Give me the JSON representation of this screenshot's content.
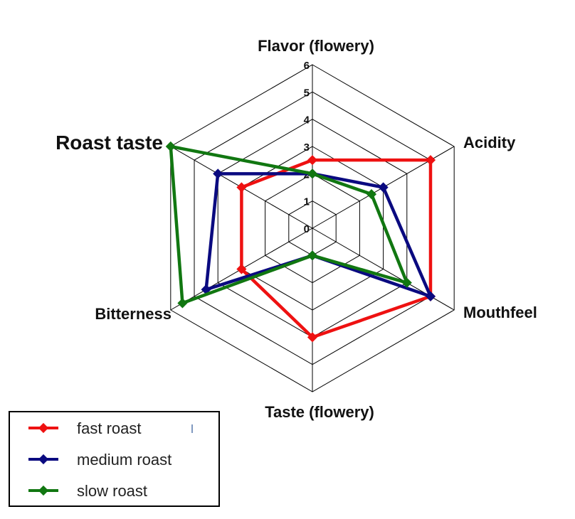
{
  "chart_data": {
    "type": "radar",
    "axes": [
      "Flavor (flowery)",
      "Acidity",
      "Mouthfeel",
      "Taste (flowery)",
      "Bitterness",
      "Roast taste"
    ],
    "rlim": [
      0,
      6
    ],
    "ticks": [
      "0",
      "1",
      "2",
      "3",
      "4",
      "5",
      "6"
    ],
    "grid": true,
    "legend_position": "bottom-left",
    "series": [
      {
        "name": "fast roast",
        "color": "#ee1111",
        "values": [
          2.5,
          5,
          5,
          4,
          3,
          3
        ]
      },
      {
        "name": "medium roast",
        "color": "#0a0a80",
        "values": [
          2,
          3,
          5,
          1,
          4.5,
          4
        ]
      },
      {
        "name": "slow roast",
        "color": "#117711",
        "values": [
          2,
          2.5,
          4,
          1,
          5.5,
          6
        ]
      }
    ]
  }
}
